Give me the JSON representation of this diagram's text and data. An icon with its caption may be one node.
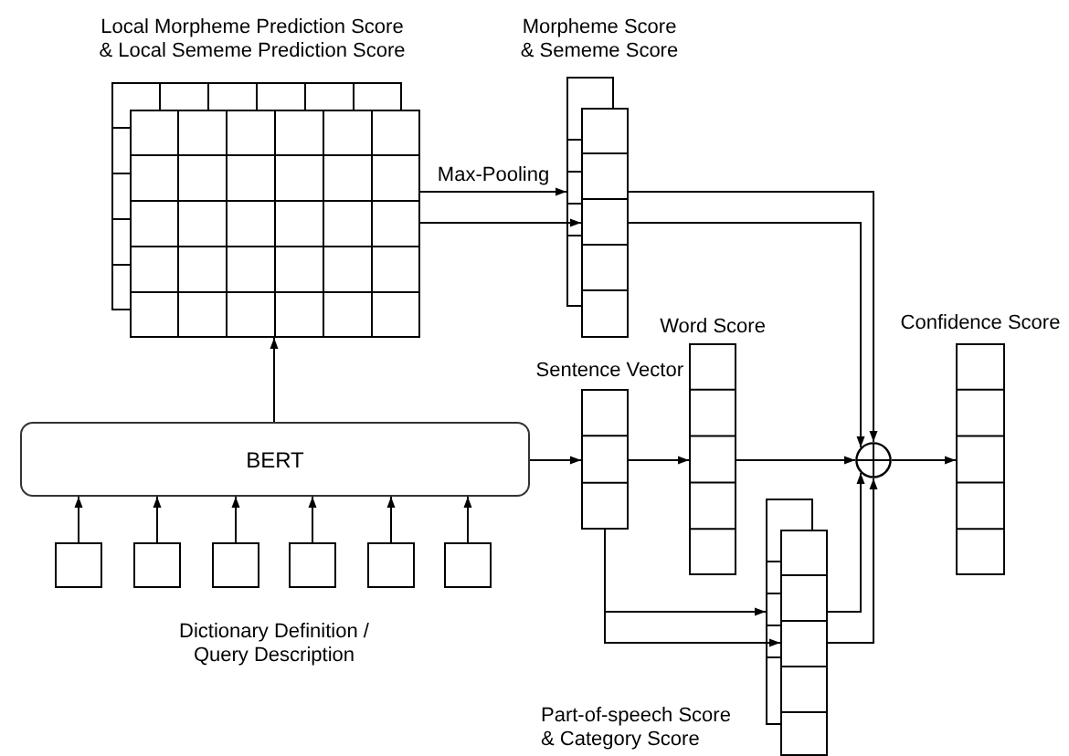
{
  "diagram": {
    "nodes": [
      {
        "text": [
          "Local Morpheme Prediction Score & Local Sememe Prediction Score"
        ]
      },
      {
        "text": [
          "Morpheme Score & Sememe Score"
        ]
      },
      {
        "text": [
          "Word Score"
        ]
      },
      {
        "text": [
          "Confidence Score"
        ]
      },
      {
        "text": [
          "Sentence Vector"
        ]
      },
      {
        "text": [
          "BERT"
        ]
      },
      {
        "text": [],
        "shape": "box"
      },
      {
        "text": [],
        "shape": "box"
      },
      {
        "text": [],
        "shape": "box"
      },
      {
        "text": [],
        "shape": "box"
      },
      {
        "text": [],
        "shape": "box"
      },
      {
        "text": [],
        "shape": "box"
      },
      {
        "text": [],
        "shape": "circle"
      },
      {
        "text": [
          "Part-of-speech Score & Category Score"
        ]
      }
    ],
    "edges": [
      {
        "from": 6,
        "to": 5,
        "arrow": "to"
      },
      {
        "from": 7,
        "to": 5,
        "arrow": "to"
      },
      {
        "from": 8,
        "to": 5,
        "arrow": "to"
      },
      {
        "from": 9,
        "to": 5,
        "arrow": "to"
      },
      {
        "from": 10,
        "to": 5,
        "arrow": "to"
      },
      {
        "from": 11,
        "to": 5,
        "arrow": "to"
      },
      {
        "from": 5,
        "to": 0,
        "arrow": "to"
      },
      {
        "from": 0,
        "to": 1,
        "arrow": "to",
        "label": "Max-Pooling"
      },
      {
        "from": 0,
        "to": 1,
        "arrow": "to"
      },
      {
        "from": 1,
        "to": 12,
        "arrow": "to"
      },
      {
        "from": 1,
        "to": 12,
        "arrow": "to"
      },
      {
        "from": 5,
        "to": 4,
        "arrow": "to"
      },
      {
        "from": 4,
        "to": 2,
        "arrow": "to"
      },
      {
        "from": 2,
        "to": 12,
        "arrow": "to"
      },
      {
        "from": 12,
        "to": 3,
        "arrow": "to"
      },
      {
        "from": 4,
        "to": 13,
        "arrow": "to"
      },
      {
        "from": 4,
        "to": 13,
        "arrow": "to"
      },
      {
        "from": 13,
        "to": 12,
        "arrow": "to"
      },
      {
        "from": 13,
        "to": 12,
        "arrow": "to"
      }
    ],
    "labels": [
      "Dictionary Definition / Query Description"
    ]
  }
}
